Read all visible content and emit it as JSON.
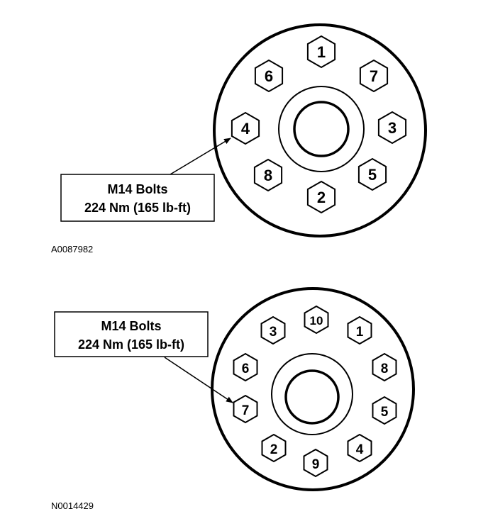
{
  "figures": [
    {
      "callout": {
        "line1": "M14 Bolts",
        "line2": "224 Nm (165 lb-ft)"
      },
      "figure_id": "A0087982",
      "bolts": [
        {
          "label": "1"
        },
        {
          "label": "6"
        },
        {
          "label": "7"
        },
        {
          "label": "4"
        },
        {
          "label": "3"
        },
        {
          "label": "8"
        },
        {
          "label": "5"
        },
        {
          "label": "2"
        }
      ]
    },
    {
      "callout": {
        "line1": "M14 Bolts",
        "line2": "224 Nm (165 lb-ft)"
      },
      "figure_id": "N0014429",
      "bolts": [
        {
          "label": "10"
        },
        {
          "label": "3"
        },
        {
          "label": "1"
        },
        {
          "label": "6"
        },
        {
          "label": "8"
        },
        {
          "label": "7"
        },
        {
          "label": "5"
        },
        {
          "label": "2"
        },
        {
          "label": "4"
        },
        {
          "label": "9"
        }
      ]
    }
  ],
  "colors": {
    "ink": "#000000",
    "background": "#ffffff"
  }
}
